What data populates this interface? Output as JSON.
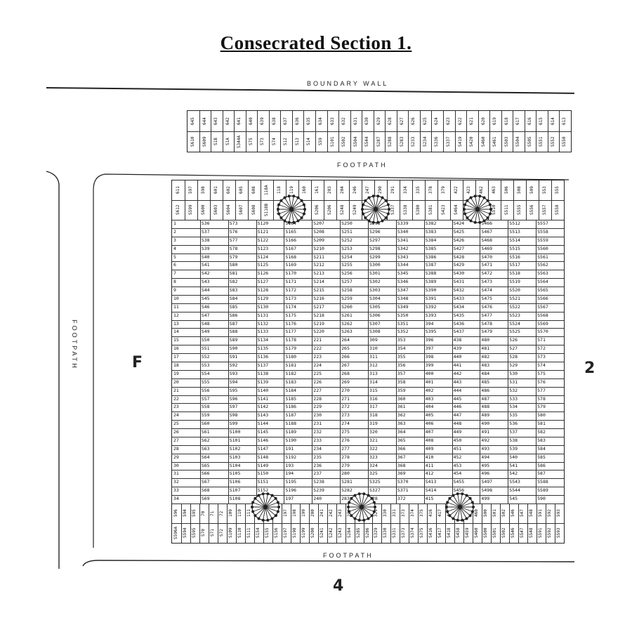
{
  "title": "Consecrated Section 1.",
  "labels": {
    "boundary_wall": "BOUNDARY WALL",
    "footpath_top": "FOOTPATH",
    "footpath_left": "FOOTPATH",
    "footpath_bottom": "FOOTPATH",
    "section_left": "F",
    "section_right": "2",
    "section_bottom": "4"
  },
  "top_strip": {
    "row1": [
      "645",
      "644",
      "643",
      "642",
      "641",
      "640",
      "639",
      "638",
      "637",
      "636",
      "635",
      "634",
      "633",
      "632",
      "631",
      "630",
      "629",
      "628",
      "627",
      "626",
      "625",
      "624",
      "623",
      "622",
      "621",
      "620",
      "619",
      "618",
      "617",
      "616",
      "615",
      "614",
      "613"
    ],
    "row2": [
      "S610",
      "S609",
      "S1B",
      "S1A",
      "S344A",
      "S75",
      "S73",
      "S74",
      "S12",
      "S13",
      "S14",
      "S59",
      "S101",
      "S502",
      "S504",
      "S544",
      "S287",
      "S288",
      "S283",
      "S233",
      "S234",
      "S336",
      "S337",
      "S419",
      "S420",
      "S460",
      "S461",
      "S503",
      "S504",
      "S505",
      "S551",
      "S552",
      "S550"
    ]
  },
  "first_row": {
    "row1": [
      "611",
      "597",
      "598",
      "601",
      "602",
      "605",
      "608",
      "118A",
      "118",
      "119",
      "160",
      "161",
      "203",
      "204",
      "246",
      "247",
      "290",
      "291",
      "334",
      "335",
      "378",
      "379",
      "422",
      "423",
      "462",
      "463",
      "506",
      "508",
      "509",
      "553",
      "555"
    ],
    "row2": [
      "S612",
      "S599",
      "S600",
      "S603",
      "S604",
      "S607",
      "S608",
      "S118B",
      "S162",
      "S162A",
      "S163",
      "S206",
      "S206",
      "S248",
      "S249",
      "S293",
      "S294",
      "S337",
      "S338",
      "S380",
      "S381",
      "S423",
      "S464",
      "S465",
      "S466",
      "S510",
      "S511",
      "S555",
      "S556",
      "S557",
      "S558"
    ]
  },
  "columns": [
    [
      "1",
      "2",
      "3",
      "4",
      "5",
      "6",
      "7",
      "8",
      "9",
      "10",
      "11",
      "12",
      "13",
      "14",
      "15",
      "16",
      "17",
      "18",
      "19",
      "20",
      "21",
      "22",
      "23",
      "24",
      "25",
      "26",
      "27",
      "28",
      "29",
      "30",
      "31",
      "32",
      "33",
      "34"
    ],
    [
      "S36",
      "S37",
      "S38",
      "S39",
      "S40",
      "S41",
      "S42",
      "S43",
      "S44",
      "S45",
      "S46",
      "S47",
      "S48",
      "S49",
      "S50",
      "S51",
      "S52",
      "S53",
      "S54",
      "S55",
      "S56",
      "S57",
      "S58",
      "S59",
      "S60",
      "S61",
      "S62",
      "S63",
      "S64",
      "S65",
      "S66",
      "S67",
      "S68",
      "S69"
    ],
    [
      "S73",
      "S76",
      "S77",
      "S78",
      "S79",
      "S80",
      "S81",
      "S82",
      "S83",
      "S84",
      "S85",
      "S86",
      "S87",
      "S88",
      "S89",
      "S90",
      "S91",
      "S92",
      "S93",
      "S94",
      "S95",
      "S96",
      "S97",
      "S98",
      "S99",
      "S100",
      "S101",
      "S102",
      "S103",
      "S104",
      "S105",
      "S106",
      "S107",
      "S108"
    ],
    [
      "S120",
      "S121",
      "S122",
      "S123",
      "S124",
      "S125",
      "S126",
      "S127",
      "S128",
      "S129",
      "S130",
      "S131",
      "S132",
      "S133",
      "S134",
      "S135",
      "S136",
      "S137",
      "S138",
      "S139",
      "S140",
      "S141",
      "S142",
      "S143",
      "S144",
      "S145",
      "S146",
      "S147",
      "S148",
      "S149",
      "S150",
      "S151",
      "S152",
      "S153"
    ],
    [
      "S164",
      "S165",
      "S166",
      "S167",
      "S168",
      "S169",
      "S170",
      "S171",
      "S172",
      "S173",
      "S174",
      "S175",
      "S176",
      "S177",
      "S178",
      "S179",
      "S180",
      "S181",
      "S182",
      "S183",
      "S184",
      "S185",
      "S186",
      "S187",
      "S188",
      "S189",
      "S190",
      "191",
      "S192",
      "193",
      "194",
      "S195",
      "S196",
      "197"
    ],
    [
      "S207",
      "S208",
      "S209",
      "S210",
      "S211",
      "S212",
      "S213",
      "S214",
      "S215",
      "S216",
      "S217",
      "S218",
      "S219",
      "S220",
      "221",
      "222",
      "223",
      "224",
      "225",
      "226",
      "227",
      "228",
      "229",
      "230",
      "231",
      "232",
      "233",
      "234",
      "235",
      "236",
      "237",
      "S238",
      "S239",
      "240"
    ],
    [
      "S250",
      "S251",
      "S252",
      "S253",
      "S254",
      "S255",
      "S256",
      "S257",
      "S258",
      "S259",
      "S260",
      "S261",
      "S262",
      "S263",
      "264",
      "265",
      "266",
      "267",
      "268",
      "269",
      "270",
      "271",
      "272",
      "273",
      "274",
      "275",
      "276",
      "277",
      "278",
      "279",
      "280",
      "S281",
      "S282",
      "283"
    ],
    [
      "S295",
      "S296",
      "S297",
      "S298",
      "S299",
      "S300",
      "S301",
      "S302",
      "S303",
      "S304",
      "S305",
      "S306",
      "S307",
      "S308",
      "309",
      "310",
      "311",
      "312",
      "313",
      "314",
      "315",
      "316",
      "317",
      "318",
      "319",
      "320",
      "321",
      "322",
      "323",
      "324",
      "325",
      "S325",
      "S327",
      "328"
    ],
    [
      "S339",
      "S340",
      "S341",
      "S342",
      "S343",
      "S344",
      "S345",
      "S346",
      "S347",
      "S348",
      "S349",
      "S350",
      "S351",
      "S352",
      "353",
      "354",
      "355",
      "356",
      "357",
      "358",
      "359",
      "360",
      "361",
      "362",
      "363",
      "364",
      "365",
      "366",
      "367",
      "368",
      "369",
      "S370",
      "S371",
      "372"
    ],
    [
      "S382",
      "S383",
      "S384",
      "S385",
      "S386",
      "S387",
      "S388",
      "S389",
      "S390",
      "S391",
      "S392",
      "S393",
      "394",
      "S395",
      "396",
      "397",
      "398",
      "399",
      "400",
      "401",
      "402",
      "403",
      "404",
      "405",
      "406",
      "407",
      "408",
      "409",
      "410",
      "411",
      "412",
      "S413",
      "S414",
      "415"
    ],
    [
      "S424",
      "S425",
      "S426",
      "S427",
      "S428",
      "S429",
      "S430",
      "S431",
      "S432",
      "S433",
      "S434",
      "S435",
      "S436",
      "S437",
      "438",
      "439",
      "440",
      "441",
      "442",
      "443",
      "444",
      "445",
      "446",
      "447",
      "448",
      "449",
      "450",
      "451",
      "452",
      "453",
      "454",
      "S455",
      "S456",
      "457"
    ],
    [
      "S466",
      "S467",
      "S468",
      "S469",
      "S470",
      "S471",
      "S472",
      "S473",
      "S474",
      "S475",
      "S476",
      "S477",
      "S478",
      "S479",
      "480",
      "481",
      "482",
      "483",
      "484",
      "485",
      "486",
      "487",
      "488",
      "489",
      "490",
      "491",
      "492",
      "493",
      "494",
      "495",
      "496",
      "S497",
      "S498",
      "499"
    ],
    [
      "S512",
      "S513",
      "S514",
      "S515",
      "S516",
      "S517",
      "S518",
      "S519",
      "S520",
      "S521",
      "S522",
      "S523",
      "S524",
      "S525",
      "526",
      "527",
      "528",
      "529",
      "530",
      "531",
      "532",
      "533",
      "534",
      "535",
      "536",
      "537",
      "538",
      "539",
      "540",
      "541",
      "542",
      "S543",
      "S544",
      "545"
    ],
    [
      "S557",
      "S558",
      "S559",
      "S560",
      "S561",
      "S562",
      "S563",
      "S564",
      "S565",
      "S566",
      "S567",
      "S568",
      "S569",
      "S570",
      "571",
      "572",
      "573",
      "574",
      "575",
      "576",
      "577",
      "578",
      "579",
      "580",
      "581",
      "582",
      "583",
      "584",
      "585",
      "586",
      "587",
      "S588",
      "S589",
      "590"
    ]
  ],
  "bottom_strip": {
    "row1": [
      "596",
      "594",
      "595",
      "70",
      "71",
      "72",
      "109",
      "110",
      "111",
      "154",
      "155",
      "156",
      "197",
      "198",
      "199",
      "200",
      "241",
      "242",
      "243",
      "284",
      "285",
      "286",
      "329",
      "330",
      "331",
      "373",
      "374",
      "375",
      "416",
      "417",
      "418",
      "458",
      "459",
      "460",
      "500",
      "501",
      "502",
      "546",
      "547",
      "548",
      "591",
      "592",
      "593"
    ],
    "row2": [
      "S596A",
      "S594",
      "S595",
      "S70",
      "S71",
      "S72",
      "S109",
      "S110",
      "S111",
      "S154",
      "S155",
      "S156",
      "S197",
      "S198",
      "S199",
      "S200",
      "S241",
      "S242",
      "S243",
      "S284",
      "S285",
      "S286",
      "S329",
      "S330",
      "S331",
      "S373",
      "S374",
      "S375",
      "S416",
      "S417",
      "S418",
      "S458",
      "S459",
      "S460",
      "S500",
      "S501",
      "S502",
      "S546",
      "S547",
      "S548",
      "S591",
      "S592",
      "S593"
    ]
  }
}
